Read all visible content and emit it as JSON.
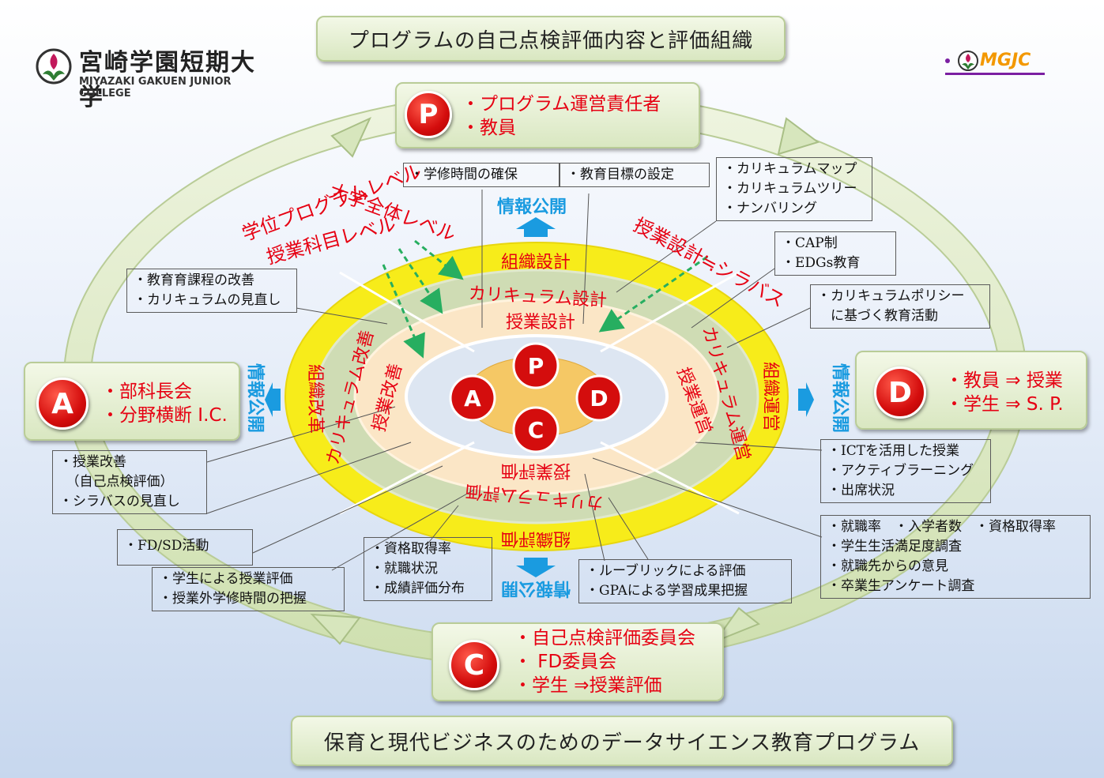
{
  "logo": {
    "name": "宮崎学園短期大学",
    "subtitle": "MIYAZAKI GAKUEN JUNIOR COLLEGE",
    "badge": "MGJC"
  },
  "title": "プログラムの自己点検評価内容と評価組織",
  "footer": "保育と現代ビジネスのためのデータサイエンス教育プログラム",
  "pdca": {
    "p": {
      "letter": "P",
      "lines": [
        "・プログラム運営責任者",
        "・教員"
      ]
    },
    "d": {
      "letter": "D",
      "lines": [
        "・教員 ⇒ 授業",
        "・学生 ⇒ S. P."
      ]
    },
    "c": {
      "letter": "C",
      "lines": [
        "・自己点検評価委員会",
        "・ FD委員会",
        "・学生 ⇒授業評価"
      ]
    },
    "a": {
      "letter": "A",
      "lines": [
        "・部科長会",
        "・分野横断 I.C."
      ]
    }
  },
  "levels": [
    "大学全体レベル",
    "学位プログラムレベル",
    "授業科目レベル"
  ],
  "syllabus_label": "授業設計≒シラバス",
  "info_public": "情報公開",
  "rings": {
    "org": {
      "design": "組織設計",
      "operate": "組織運営",
      "eval": "組織評価",
      "improve": "組織改革"
    },
    "curr": {
      "design": "カリキュラム設計",
      "operate": "カリキュラム運営",
      "eval": "カリキュラム評価",
      "improve": "カリキュラム改善"
    },
    "class": {
      "design": "授業設計",
      "operate": "授業運営",
      "eval": "授業評価",
      "improve": "授業改善"
    }
  },
  "center": {
    "p": "P",
    "d": "D",
    "c": "C",
    "a": "A"
  },
  "notes": {
    "study_time": [
      "・学修時間の確保"
    ],
    "edu_goals": [
      "・教育目標の設定"
    ],
    "curr_map": [
      "・カリキュラムマップ",
      "・カリキュラムツリー",
      "・ナンバリング"
    ],
    "cap": [
      "・CAP制",
      "・EDGs教育"
    ],
    "policy": [
      "・カリキュラムポリシー",
      "　に基づく教育活動"
    ],
    "course_improve": [
      "・教育育課程の改善",
      "・カリキュラムの見直し"
    ],
    "ict": [
      "・ICTを活用した授業",
      "・アクティブラーニング",
      "・出席状況"
    ],
    "employment": [
      "・就職率　・入学者数　・資格取得率",
      "・学生生活満足度調査",
      "・就職先からの意見",
      "・卒業生アンケート調査"
    ],
    "class_improve": [
      "・授業改善",
      "　（自己点検評価）",
      "・シラバスの見直し"
    ],
    "fdsd": [
      "・FD/SD活動"
    ],
    "student_eval": [
      "・学生による授業評価",
      "・授業外学修時間の把握"
    ],
    "qualification": [
      "・資格取得率",
      "・就職状況",
      "・成績評価分布"
    ],
    "rubric": [
      "・ルーブリックによる評価",
      "・GPAによる学習成果把握"
    ]
  },
  "colors": {
    "accent_red": "#e60012",
    "info_blue": "#1a9be0",
    "ring_yellow": "#f7ec1a",
    "ring_green": "#cfdcb4",
    "ring_peach": "#fbe6c6",
    "core_orange": "#f5c865"
  }
}
